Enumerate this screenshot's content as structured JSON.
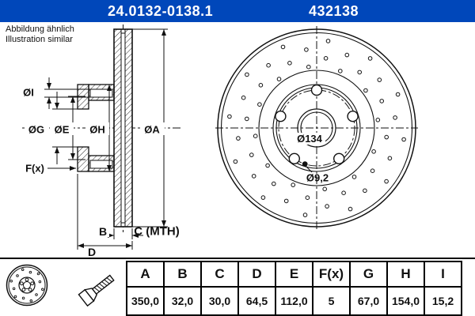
{
  "header": {
    "part_number": "24.0132-0138.1",
    "article_number": "432138",
    "bg_color": "#0047BA",
    "text_color": "#FFFFFF"
  },
  "note": {
    "line1": "Abbildung ähnlich",
    "line2": "Illustration similar"
  },
  "drawing": {
    "line_color": "#111111",
    "section_labels": {
      "dia_i": "ØI",
      "dia_g": "ØG",
      "dia_e": "ØE",
      "dia_h": "ØH",
      "dia_a": "ØA",
      "f": "F(x)",
      "b": "B",
      "c_mth": "C (MTH)",
      "d": "D"
    },
    "front_labels": {
      "bolt_circle": "Ø134",
      "pin_hole": "Ø9,2"
    }
  },
  "table": {
    "headers": [
      "A",
      "B",
      "C",
      "D",
      "E",
      "F(x)",
      "G",
      "H",
      "I"
    ],
    "values": [
      "350,0",
      "32,0",
      "30,0",
      "64,5",
      "112,0",
      "5",
      "67,0",
      "154,0",
      "15,2"
    ]
  }
}
